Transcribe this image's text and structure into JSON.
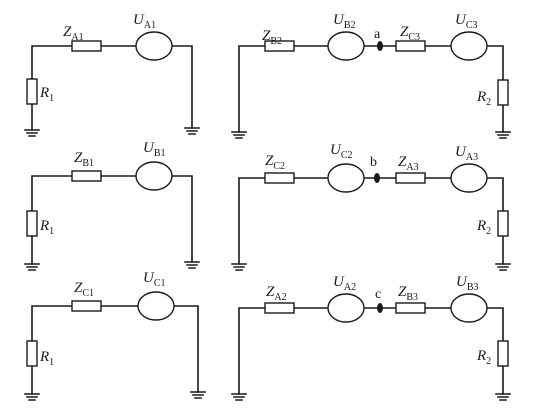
{
  "diagram": {
    "left_circuits": [
      {
        "resistor": {
          "main": "R",
          "sub": "1"
        },
        "impedance": {
          "main": "Z",
          "sub": "A1"
        },
        "source": {
          "main": "U",
          "sub": "A1"
        }
      },
      {
        "resistor": {
          "main": "R",
          "sub": "1"
        },
        "impedance": {
          "main": "Z",
          "sub": "B1"
        },
        "source": {
          "main": "U",
          "sub": "B1"
        }
      },
      {
        "resistor": {
          "main": "R",
          "sub": "1"
        },
        "impedance": {
          "main": "Z",
          "sub": "C1"
        },
        "source": {
          "main": "U",
          "sub": "C1"
        }
      }
    ],
    "right_circuits": [
      {
        "impedance1": {
          "main": "Z",
          "sub": "B2"
        },
        "source1": {
          "main": "U",
          "sub": "B2"
        },
        "node": "a",
        "impedance2": {
          "main": "Z",
          "sub": "C3"
        },
        "source2": {
          "main": "U",
          "sub": "C3"
        },
        "resistor": {
          "main": "R",
          "sub": "2"
        }
      },
      {
        "impedance1": {
          "main": "Z",
          "sub": "C2"
        },
        "source1": {
          "main": "U",
          "sub": "C2"
        },
        "node": "b",
        "impedance2": {
          "main": "Z",
          "sub": "A3"
        },
        "source2": {
          "main": "U",
          "sub": "A3"
        },
        "resistor": {
          "main": "R",
          "sub": "2"
        }
      },
      {
        "impedance1": {
          "main": "Z",
          "sub": "A2"
        },
        "source1": {
          "main": "U",
          "sub": "A2"
        },
        "node": "c",
        "impedance2": {
          "main": "Z",
          "sub": "B3"
        },
        "source2": {
          "main": "U",
          "sub": "B3"
        },
        "resistor": {
          "main": "R",
          "sub": "2"
        }
      }
    ]
  }
}
